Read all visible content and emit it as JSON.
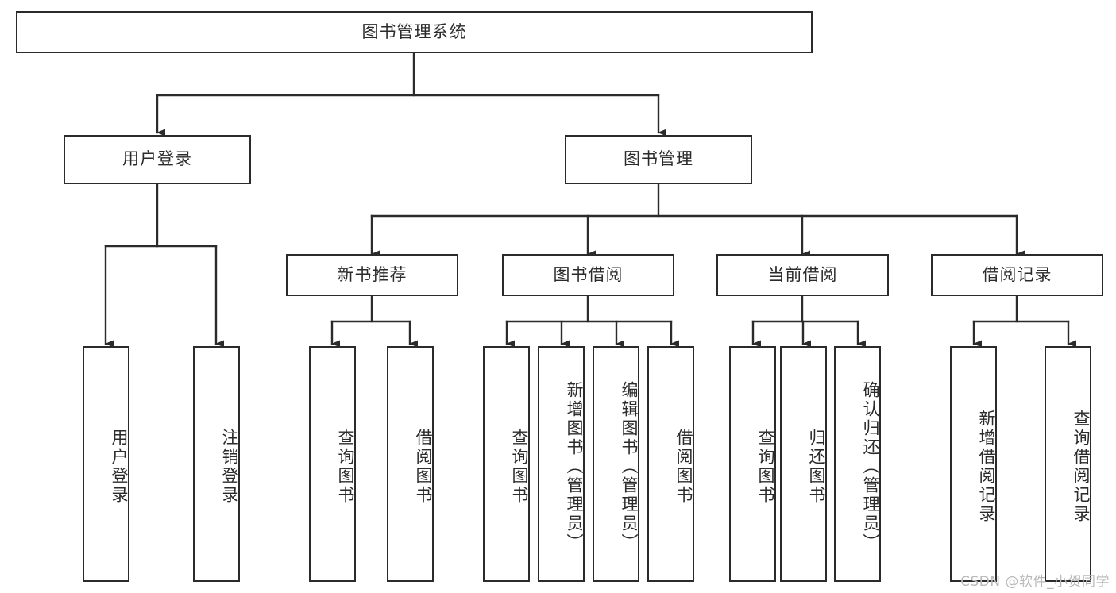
{
  "diagram": {
    "title": "图书管理系统",
    "watermark": "CSDN @软件_小贺同学",
    "stroke_color": "#2b2b2b",
    "background_color": "#ffffff",
    "nodes": {
      "root": {
        "label": "图书管理系统"
      },
      "level2": [
        {
          "id": "user-login",
          "label": "用户登录"
        },
        {
          "id": "book-manage",
          "label": "图书管理"
        }
      ],
      "level3": [
        {
          "id": "new-book-recommend",
          "label": "新书推荐"
        },
        {
          "id": "book-borrow",
          "label": "图书借阅"
        },
        {
          "id": "current-borrow",
          "label": "当前借阅"
        },
        {
          "id": "borrow-record",
          "label": "借阅记录"
        }
      ],
      "leaves": {
        "user-login": [
          {
            "id": "leaf-user-login",
            "label": "用户登录"
          },
          {
            "id": "leaf-logout-login",
            "label": "注销登录"
          }
        ],
        "new-book-recommend": [
          {
            "id": "leaf-query-book-1",
            "label": "查询图书"
          },
          {
            "id": "leaf-borrow-book-1",
            "label": "借阅图书"
          }
        ],
        "book-borrow": [
          {
            "id": "leaf-query-book-2",
            "label": "查询图书"
          },
          {
            "id": "leaf-add-book-admin",
            "label": "新增图书（管理员）"
          },
          {
            "id": "leaf-edit-book-admin",
            "label": "编辑图书（管理员）"
          },
          {
            "id": "leaf-borrow-book-2",
            "label": "借阅图书"
          }
        ],
        "current-borrow": [
          {
            "id": "leaf-query-book-3",
            "label": "查询图书"
          },
          {
            "id": "leaf-return-book",
            "label": "归还图书"
          },
          {
            "id": "leaf-confirm-return-admin",
            "label": "确认归还（管理员）"
          }
        ],
        "borrow-record": [
          {
            "id": "leaf-add-borrow-record",
            "label": "新增借阅记录"
          },
          {
            "id": "leaf-query-borrow-record",
            "label": "查询借阅记录"
          }
        ]
      }
    }
  }
}
